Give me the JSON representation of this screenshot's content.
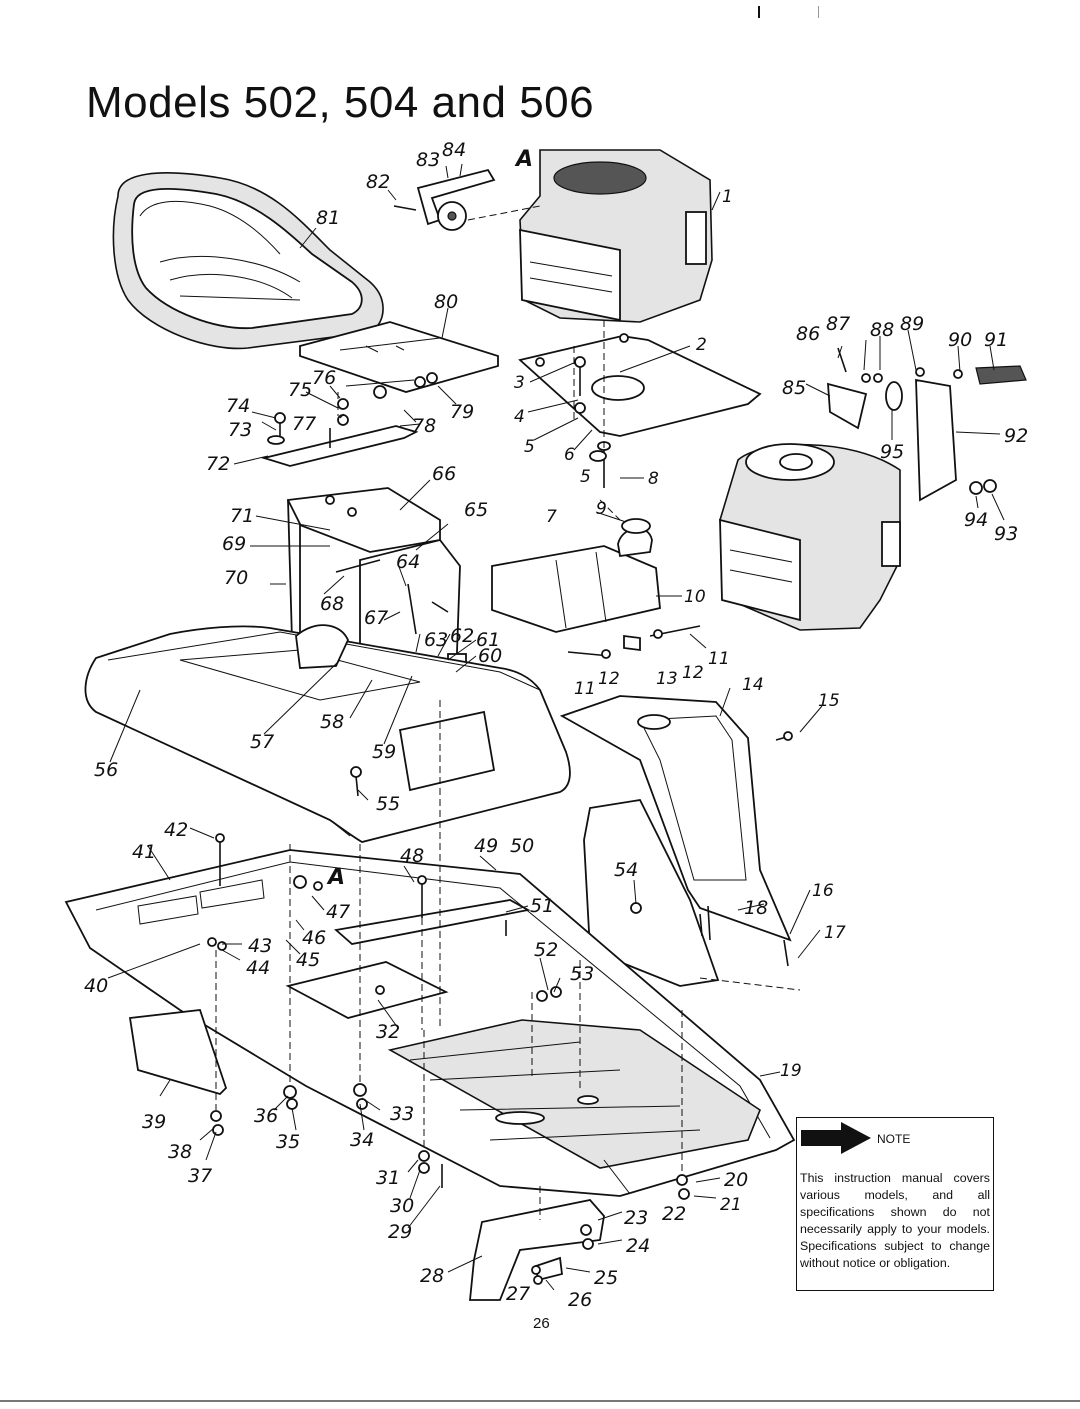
{
  "title": "Models 502, 504 and 506",
  "callouts": {
    "A_top": "A",
    "A_frame": "A",
    "c1": "1",
    "c2": "2",
    "c3": "3",
    "c4": "4",
    "c5": "5",
    "c5b": "5",
    "c6": "6",
    "c7": "7",
    "c8": "8",
    "c9": "9",
    "c10": "10",
    "c11": "11",
    "c11b": "11",
    "c12": "12",
    "c12b": "12",
    "c13": "13",
    "c14": "14",
    "c15": "15",
    "c16": "16",
    "c17": "17",
    "c18": "18",
    "c19": "19",
    "c20": "20",
    "c21": "21",
    "c22": "22",
    "c23": "23",
    "c24": "24",
    "c25": "25",
    "c26": "26",
    "c27": "27",
    "c28": "28",
    "c29": "29",
    "c30": "30",
    "c31": "31",
    "c32": "32",
    "c33": "33",
    "c34": "34",
    "c35": "35",
    "c36": "36",
    "c37": "37",
    "c38": "38",
    "c39": "39",
    "c40": "40",
    "c41": "41",
    "c42": "42",
    "c43": "43",
    "c44": "44",
    "c45": "45",
    "c46": "46",
    "c47": "47",
    "c48": "48",
    "c49": "49",
    "c50": "50",
    "c51": "51",
    "c52": "52",
    "c53": "53",
    "c54": "54",
    "c55": "55",
    "c56": "56",
    "c57": "57",
    "c58": "58",
    "c59": "59",
    "c60": "60",
    "c61": "61",
    "c62": "62",
    "c63": "63",
    "c64": "64",
    "c65": "65",
    "c66": "66",
    "c67": "67",
    "c68": "68",
    "c69": "69",
    "c70": "70",
    "c71": "71",
    "c72": "72",
    "c73": "73",
    "c74": "74",
    "c75": "75",
    "c76": "76",
    "c77": "77",
    "c78": "78",
    "c79": "79",
    "c80": "80",
    "c81": "81",
    "c82": "82",
    "c83": "83",
    "c84": "84",
    "c85": "85",
    "c86": "86",
    "c87": "87",
    "c88": "88",
    "c89": "89",
    "c90": "90",
    "c91": "91",
    "c92": "92",
    "c93": "93",
    "c94": "94",
    "c95": "95"
  },
  "note": {
    "label": "NOTE",
    "text": "This instruction manual covers various models, and all specifications shown do not necessarily apply to your models. Specifications subject to change without notice or obligation."
  },
  "page_number": "26"
}
